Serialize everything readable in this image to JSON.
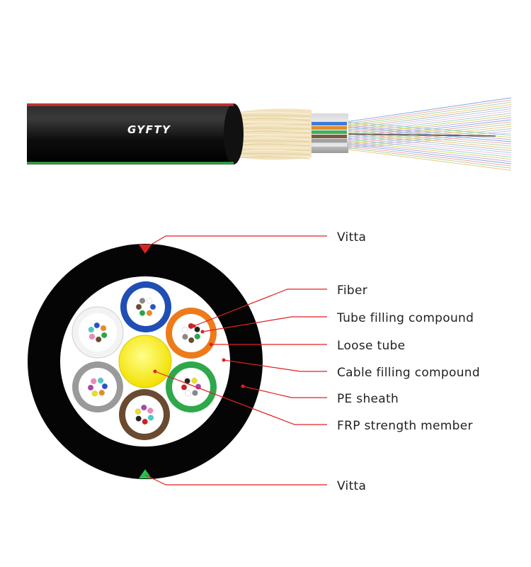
{
  "cable_print": "GYFTY",
  "labels": {
    "vitta_top": "Vitta",
    "fiber": "Fiber",
    "tube_filling_compound": "Tube filling compound",
    "loose_tube": "Loose tube",
    "cable_filling_compound": "Cable filling compound",
    "pe_sheath": "PE sheath",
    "frp_strength_member": "FRP strength member",
    "vitta_bottom": "Vitta"
  },
  "colors": {
    "sheath": "#0a0a0a",
    "leader_line": "#e02020",
    "vitta_top_marker": "#e02020",
    "vitta_bottom_marker": "#27c24c",
    "frp_member": "#ffee00",
    "aramid": "#f3e6c2",
    "tube_colors": [
      "blue",
      "orange",
      "green",
      "brown",
      "gray",
      "white"
    ]
  }
}
